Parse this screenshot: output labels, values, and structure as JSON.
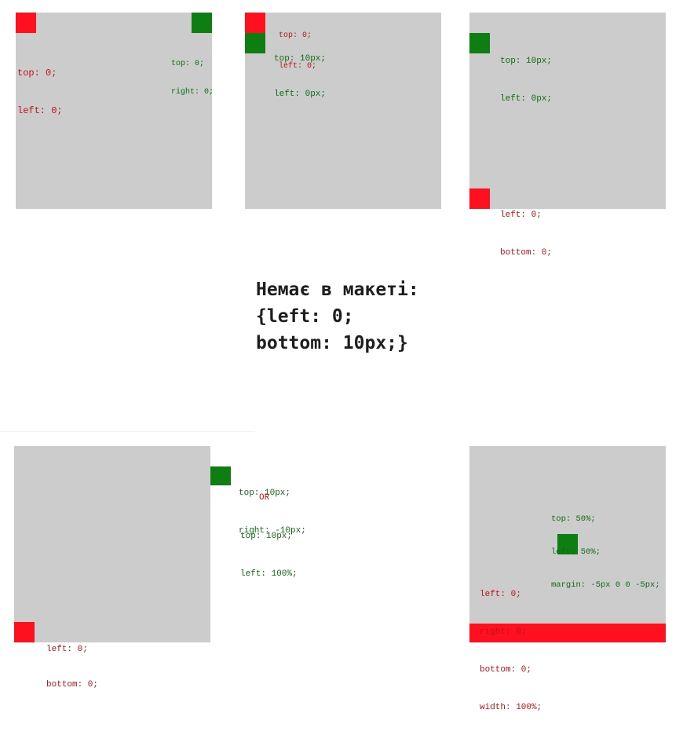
{
  "colors": {
    "panel": "#cccccc",
    "red": "#ff101f",
    "green": "#0e7e12"
  },
  "p1": {
    "red_label": [
      "top: 0;",
      "left: 0;"
    ],
    "green_label": [
      "top: 0;",
      "right: 0;"
    ]
  },
  "p2": {
    "red_label": [
      "top: 0;",
      "left: 0;"
    ],
    "green_label": [
      "top: 10px;",
      "left: 0px;"
    ]
  },
  "p3": {
    "green_label": [
      "top: 10px;",
      "left: 0px;"
    ],
    "red_label": [
      "left: 0;",
      "bottom: 0;"
    ]
  },
  "note": {
    "line1": "Немає в макеті:",
    "line2": "{left: 0;",
    "line3": "bottom: 10px;}"
  },
  "p4": {
    "green_label_1": [
      "top: 10px;",
      "right: -10px;"
    ],
    "or_text": "OR",
    "green_label_2": [
      "top: 10px;",
      "left: 100%;"
    ],
    "red_label": [
      "left: 0;",
      "bottom: 0;"
    ]
  },
  "p5": {
    "green_label": [
      "top: 50%;",
      "left: 50%;",
      "margin: -5px 0 0 -5px;"
    ],
    "red_label": [
      "left: 0;",
      "right: 0;",
      "bottom: 0;",
      "width: 100%;"
    ]
  }
}
